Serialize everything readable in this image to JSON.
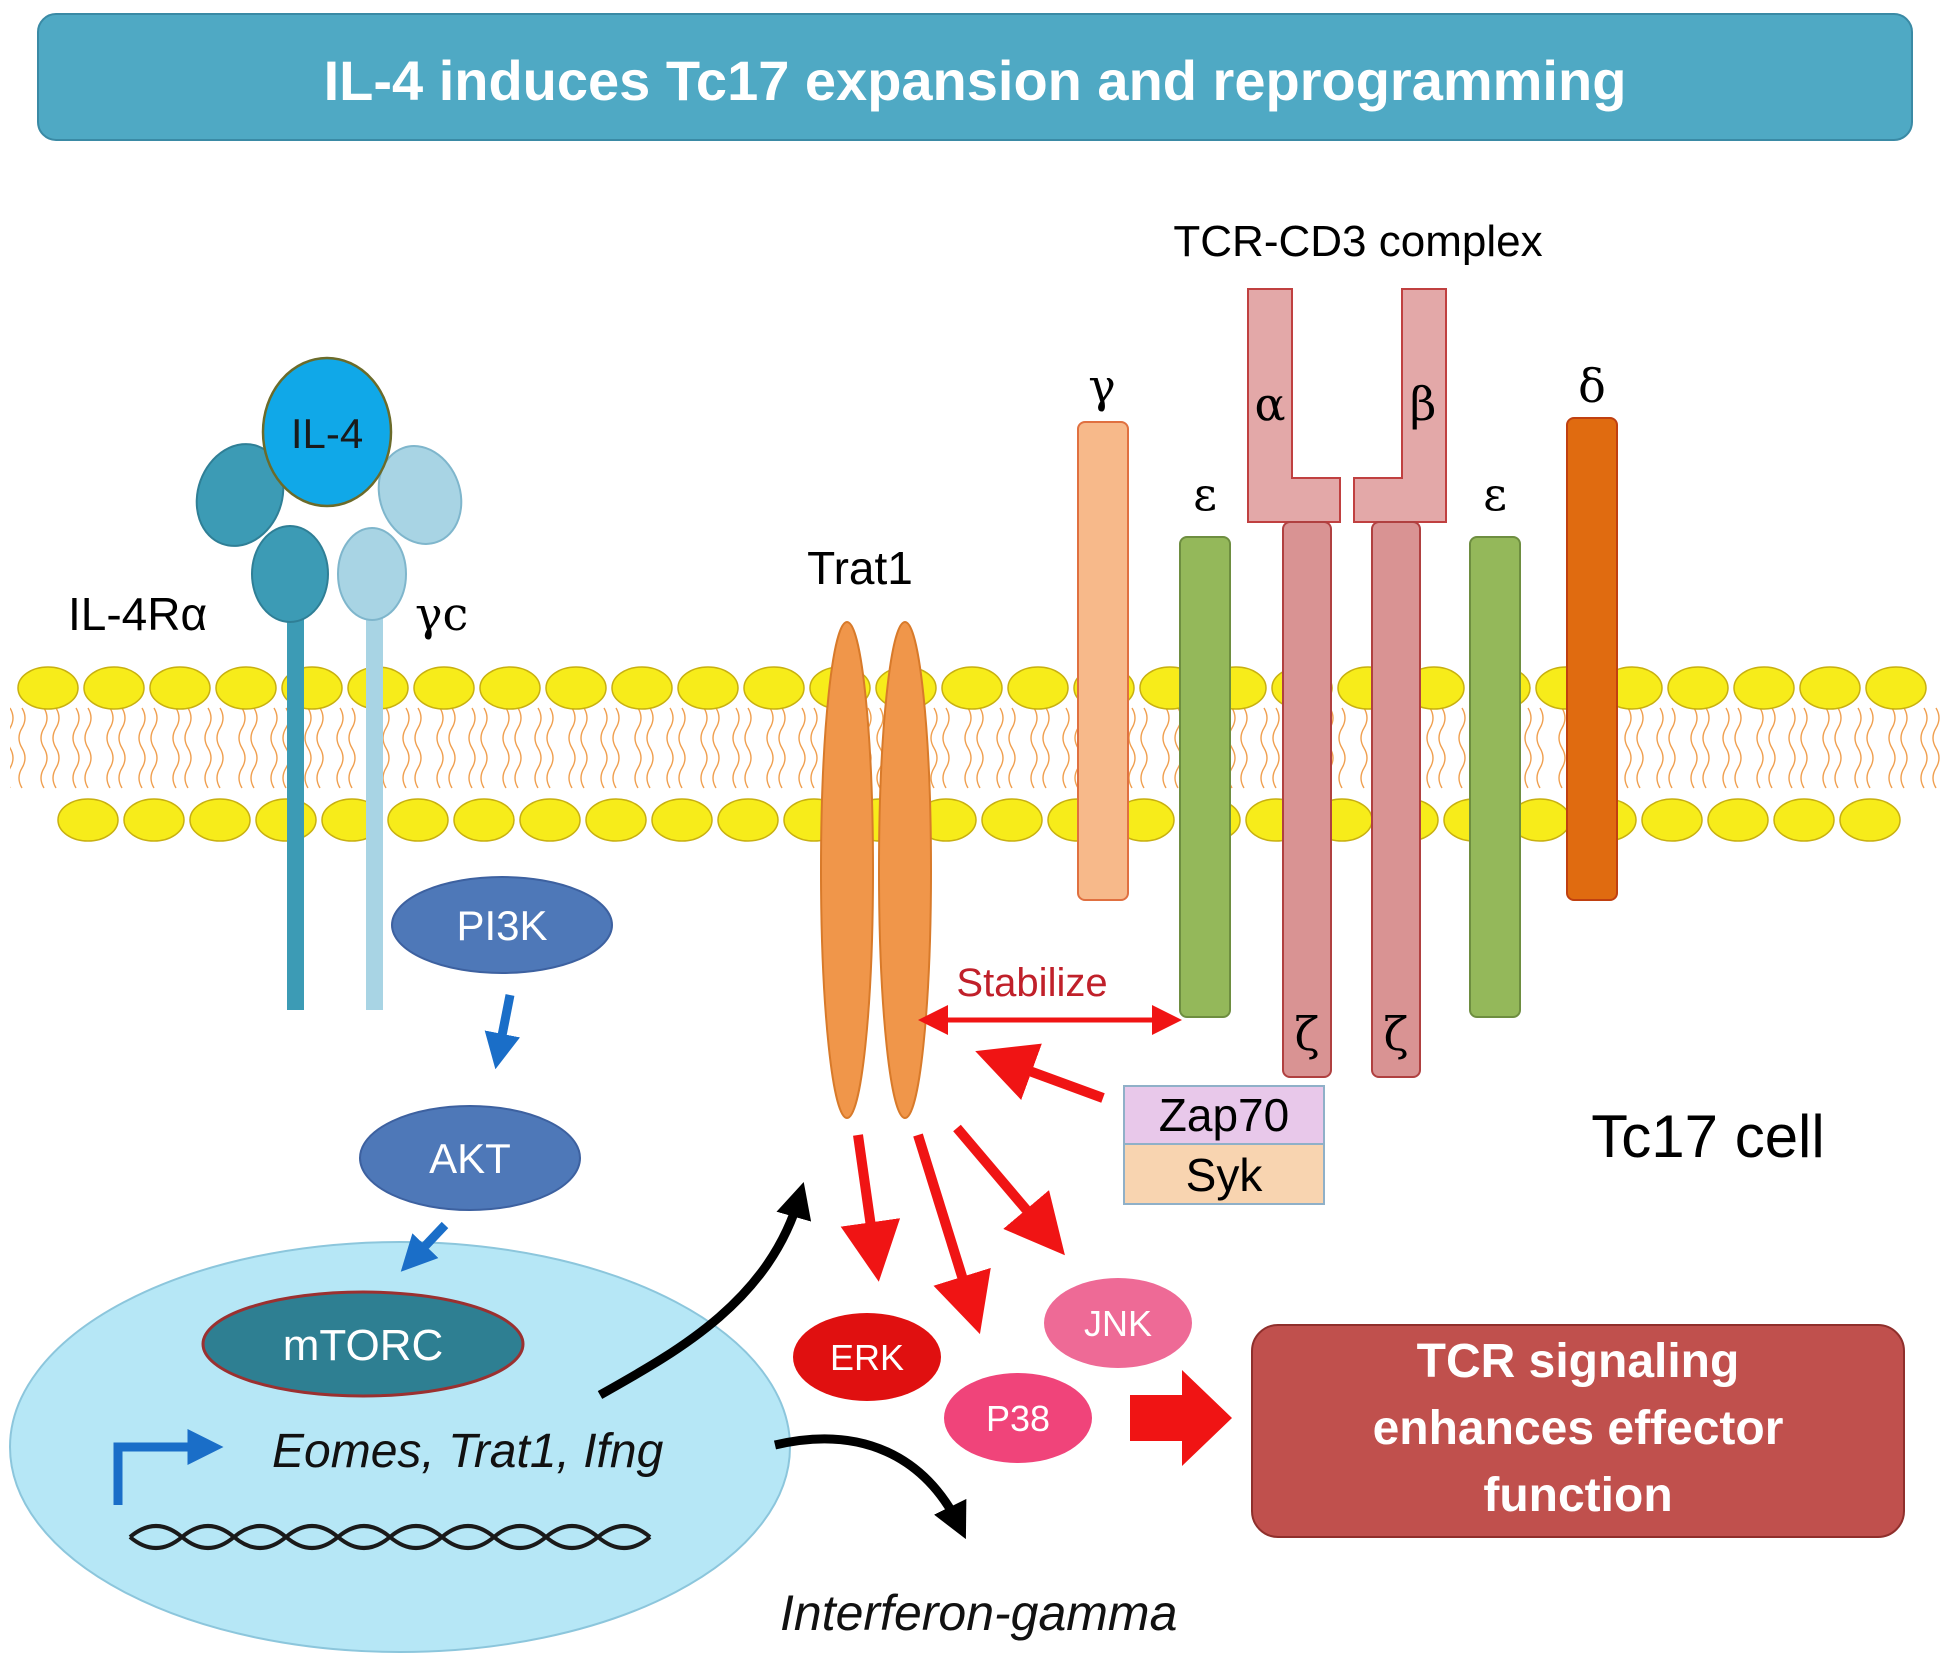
{
  "title": "IL-4 induces Tc17 expansion and reprogramming",
  "labels": {
    "il4": "IL-4",
    "il4ra": "IL-4Rα",
    "gamma_c": "γc",
    "trat1": "Trat1",
    "tcr_cd3_complex": "TCR-CD3 complex",
    "alpha": "α",
    "beta": "β",
    "gamma": "γ",
    "delta": "δ",
    "epsilon_left": "ε",
    "epsilon_right": "ε",
    "zeta_left": "ζ",
    "zeta_right": "ζ",
    "pi3k": "PI3K",
    "akt": "AKT",
    "mtorc": "mTORC",
    "genes": "Eomes, Trat1, Ifng",
    "interferon_gamma": "Interferon-gamma",
    "stabilize": "Stabilize",
    "zap70": "Zap70",
    "syk": "Syk",
    "erk": "ERK",
    "p38": "P38",
    "jnk": "JNK",
    "tc17_cell": "Tc17 cell",
    "tcr_signaling_line1": "TCR signaling",
    "tcr_signaling_line2": "enhances effector",
    "tcr_signaling_line3": "function"
  },
  "colors": {
    "title_bg": "#4fa9c4",
    "title_text": "#ffffff",
    "lipid_head": "#f7ec1a",
    "lipid_tail": "#f0a050",
    "il4": "#10a8e8",
    "il4ra": "#3c9bb5",
    "gamma_c": "#a8d4e4",
    "trat1": "#f0964a",
    "cd3_gamma": "#f7b98a",
    "cd3_epsilon": "#94b85a",
    "tcr_chain": "#d99393",
    "cd3_delta": "#e06b10",
    "kinase_blue": "#4e78b8",
    "mtorc": "#2e7f92",
    "nucleus": "#b6e7f6",
    "red_arrow": "#f01414",
    "erk": "#e01010",
    "p38": "#f0447a",
    "jnk": "#ee6a96",
    "zap70": "#e8c8ea",
    "syk": "#f8d4b0",
    "outcome_box": "#c0504d"
  }
}
